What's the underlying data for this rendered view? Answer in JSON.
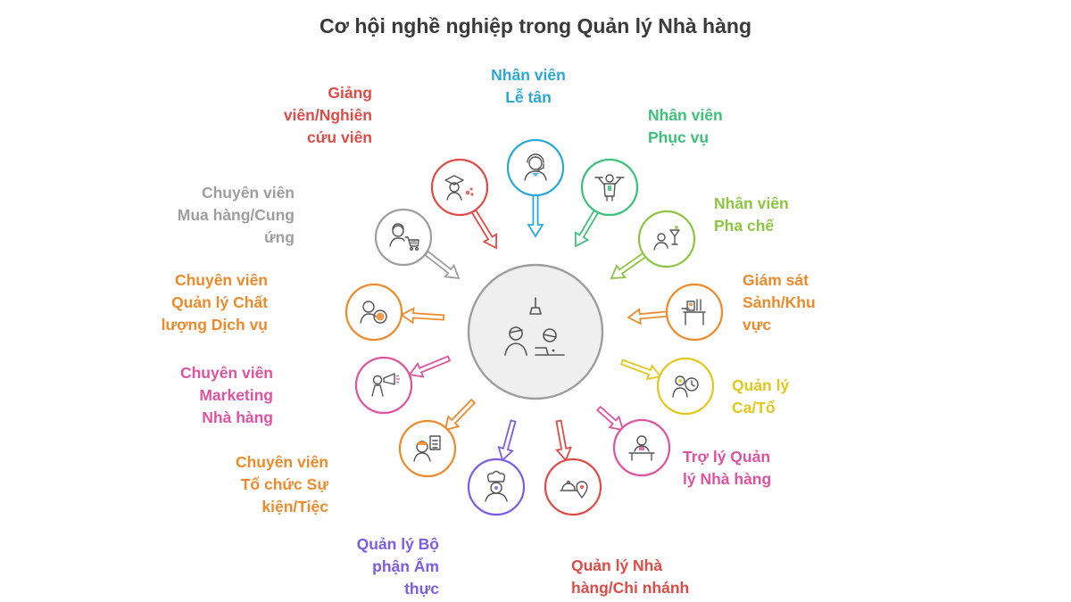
{
  "title": "Cơ hội nghề nghiệp trong Quản lý Nhà hàng",
  "hub": {
    "icon": "restaurant-team-icon",
    "color": "#9e9e9e"
  },
  "nodes": [
    {
      "id": "reception",
      "label": [
        "Nhân viên",
        "Lễ tân"
      ],
      "color": "#2aa9d8",
      "icon": "receptionist-headset-icon",
      "direction": "inward"
    },
    {
      "id": "service",
      "label": [
        "Nhân viên",
        "Phục vụ"
      ],
      "color": "#3cc17a",
      "icon": "waiter-icon",
      "direction": "inward"
    },
    {
      "id": "bartender",
      "label": [
        "Nhân viên",
        "Pha chế"
      ],
      "color": "#8cc63f",
      "icon": "bartender-cocktail-icon",
      "direction": "inward"
    },
    {
      "id": "floor-supervisor",
      "label": [
        "Giám sát",
        "Sảnh/Khu",
        "vực"
      ],
      "color": "#ef8a2b",
      "icon": "supervisor-desk-icon",
      "direction": "inward"
    },
    {
      "id": "shift-manager",
      "label": [
        "Quản lý",
        "Ca/Tổ"
      ],
      "color": "#e3c81b",
      "icon": "shift-clock-icon",
      "direction": "outward"
    },
    {
      "id": "assistant-manager",
      "label": [
        "Trợ lý Quản",
        "lý Nhà hàng"
      ],
      "color": "#e0539e",
      "icon": "assistant-desk-icon",
      "direction": "outward"
    },
    {
      "id": "branch-manager",
      "label": [
        "Quản lý Nhà",
        "hàng/Chi nhánh"
      ],
      "color": "#e04b45",
      "icon": "cloche-location-icon",
      "direction": "outward"
    },
    {
      "id": "culinary-manager",
      "label": [
        "Quản lý Bộ",
        "phận Ẩm",
        "thực"
      ],
      "color": "#7c5ce6",
      "icon": "chef-icon",
      "direction": "outward"
    },
    {
      "id": "event-planner",
      "label": [
        "Chuyên viên",
        "Tổ chức Sự",
        "kiện/Tiệc"
      ],
      "color": "#ef8a2b",
      "icon": "event-checklist-icon",
      "direction": "outward"
    },
    {
      "id": "marketing",
      "label": [
        "Chuyên viên",
        "Marketing",
        "Nhà hàng"
      ],
      "color": "#e0539e",
      "icon": "megaphone-icon",
      "direction": "outward"
    },
    {
      "id": "quality",
      "label": [
        "Chuyên viên",
        "Quản lý Chất",
        "lượng Dịch vụ"
      ],
      "color": "#ef8a2b",
      "icon": "quality-inspect-icon",
      "direction": "outward"
    },
    {
      "id": "purchasing",
      "label": [
        "Chuyên viên",
        "Mua hàng/Cung",
        "ứng"
      ],
      "color": "#9e9e9e",
      "icon": "shopping-cart-icon",
      "direction": "inward"
    },
    {
      "id": "lecturer",
      "label": [
        "Giảng",
        "viên/Nghiên",
        "cứu viên"
      ],
      "color": "#e04b45",
      "icon": "graduate-icon",
      "direction": "inward"
    }
  ]
}
